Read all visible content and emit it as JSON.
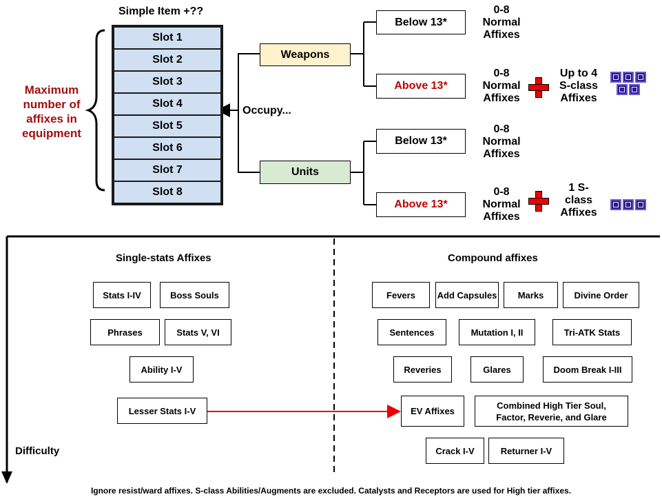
{
  "top": {
    "item_title": "Simple Item +??",
    "slots": [
      "Slot 1",
      "Slot 2",
      "Slot 3",
      "Slot 4",
      "Slot 5",
      "Slot 6",
      "Slot 7",
      "Slot 8"
    ],
    "brace_label": "Maximum number of affixes in equipment",
    "occupy_label": "Occupy...",
    "weapons_label": "Weapons",
    "units_label": "Units",
    "below_label": "Below 13*",
    "above_label": "Above 13*",
    "normal_affixes": "0-8 Normal Affixes",
    "weapons_sclass": "Up to 4 S-class Affixes",
    "units_sclass": "1 S-class Affixes"
  },
  "bottom": {
    "difficulty_label": "Difficulty",
    "single_header": "Single-stats Affixes",
    "compound_header": "Compound affixes",
    "single": {
      "stats_i_iv": "Stats I-IV",
      "boss_souls": "Boss Souls",
      "phrases": "Phrases",
      "stats_v_vi": "Stats V, VI",
      "ability": "Ability I-V",
      "lesser_stats": "Lesser Stats I-V"
    },
    "compound": {
      "fevers": "Fevers",
      "add_capsules": "Add Capsules",
      "marks": "Marks",
      "divine_order": "Divine Order",
      "sentences": "Sentences",
      "mutation": "Mutation I, II",
      "tri_atk": "Tri-ATK Stats",
      "reveries": "Reveries",
      "glares": "Glares",
      "doom_break": "Doom Break I-III",
      "ev_affixes": "EV Affixes",
      "combined": "Combined High Tier Soul, Factor, Reverie, and Glare",
      "crack": "Crack I-V",
      "returner": "Returner I-V"
    },
    "footer": "Ignore resist/ward affixes. S-class Abilities/Augments are excluded. Catalysts and Receptors are used for High tier affixes."
  },
  "colors": {
    "slot_fill": "#d0e0f2",
    "weapons_fill": "#fff2cc",
    "units_fill": "#d9ead3",
    "red_text": "#c00000",
    "arrow_red": "#ee0000",
    "sclass_icon": "#2a1a8a"
  },
  "icons": [
    "plus-icon",
    "s-class-affix-icon",
    "arrow-icon",
    "brace-icon"
  ]
}
